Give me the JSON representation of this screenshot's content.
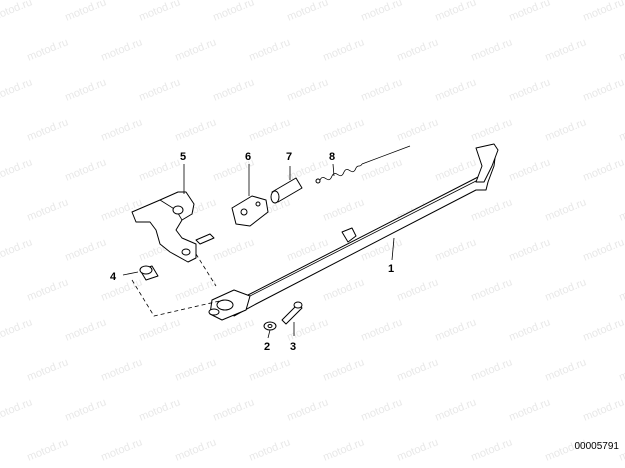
{
  "watermark_text": "motod.ru",
  "reference_code": "00005791",
  "callouts": {
    "p1": "1",
    "p2": "2",
    "p3": "3",
    "p4": "4",
    "p5": "5",
    "p6": "6",
    "p7": "7",
    "p8": "8"
  }
}
